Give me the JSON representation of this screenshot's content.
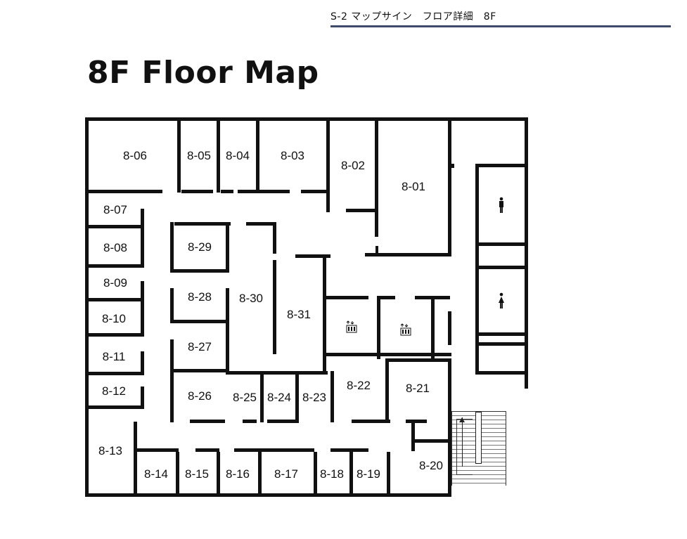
{
  "header": {
    "caption": "S-2 マップサイン　フロア詳細　8F"
  },
  "title": "8F  Floor Map",
  "colors": {
    "rule": "#3d4a6b",
    "wall": "#111111"
  },
  "rooms": [
    {
      "id": "8-06"
    },
    {
      "id": "8-05"
    },
    {
      "id": "8-04"
    },
    {
      "id": "8-03"
    },
    {
      "id": "8-02"
    },
    {
      "id": "8-01"
    },
    {
      "id": "8-07"
    },
    {
      "id": "8-08"
    },
    {
      "id": "8-09"
    },
    {
      "id": "8-10"
    },
    {
      "id": "8-11"
    },
    {
      "id": "8-12"
    },
    {
      "id": "8-13"
    },
    {
      "id": "8-29"
    },
    {
      "id": "8-28"
    },
    {
      "id": "8-27"
    },
    {
      "id": "8-26"
    },
    {
      "id": "8-30"
    },
    {
      "id": "8-31"
    },
    {
      "id": "8-25"
    },
    {
      "id": "8-24"
    },
    {
      "id": "8-23"
    },
    {
      "id": "8-22"
    },
    {
      "id": "8-21"
    },
    {
      "id": "8-20"
    },
    {
      "id": "8-14"
    },
    {
      "id": "8-15"
    },
    {
      "id": "8-16"
    },
    {
      "id": "8-17"
    },
    {
      "id": "8-18"
    },
    {
      "id": "8-19"
    }
  ],
  "icons": [
    {
      "name": "male-restroom-icon"
    },
    {
      "name": "female-restroom-icon"
    },
    {
      "name": "elevator-icon"
    },
    {
      "name": "elevator-icon"
    },
    {
      "name": "stairs-icon"
    }
  ]
}
